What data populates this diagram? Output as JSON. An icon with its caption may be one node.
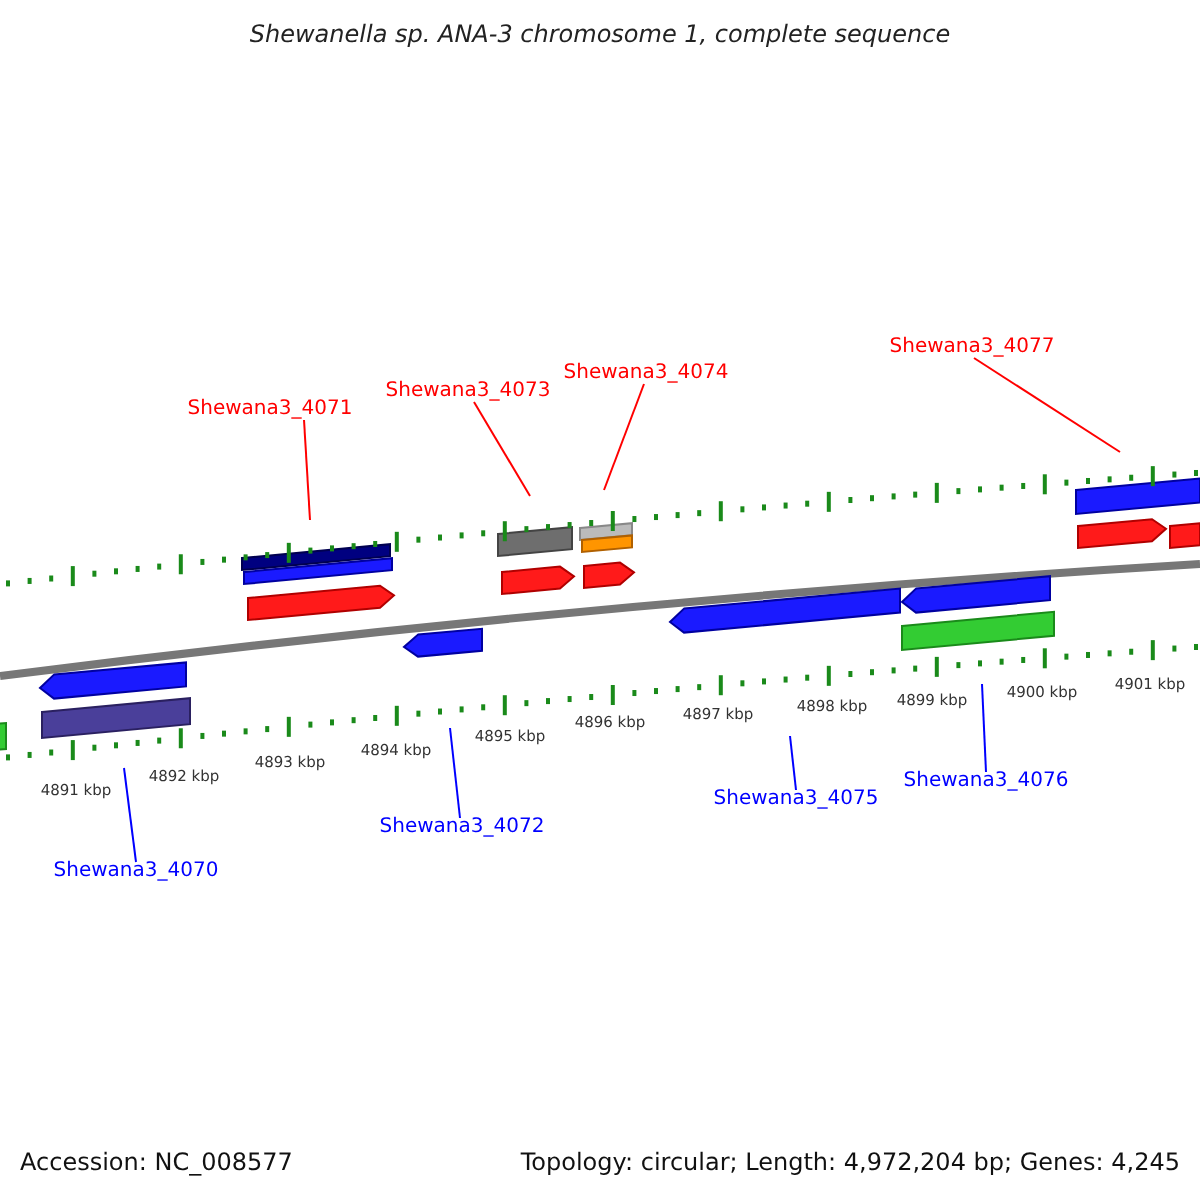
{
  "diagram": {
    "title": "Shewanella sp. ANA-3 chromosome 1, complete sequence",
    "nodes": [
      {
        "text": [
          "Shewana3_4071"
        ]
      },
      {
        "text": [
          "Shewana3_4073"
        ]
      },
      {
        "text": [
          "Shewana3_4074"
        ]
      },
      {
        "text": [
          "Shewana3_4077"
        ]
      },
      {
        "text": [
          "Shewana3_4070"
        ]
      },
      {
        "text": [
          "Shewana3_4072"
        ]
      },
      {
        "text": [
          "Shewana3_4075"
        ]
      },
      {
        "text": [
          "Shewana3_4076"
        ]
      }
    ],
    "edges": [
      {
        "from": 0,
        "to": null,
        "arrow": "none"
      },
      {
        "from": 1,
        "to": null,
        "arrow": "none"
      },
      {
        "from": 2,
        "to": null,
        "arrow": "none"
      },
      {
        "from": 3,
        "to": null,
        "arrow": "none"
      },
      {
        "from": 4,
        "to": null,
        "arrow": "none",
        "color": "#0000ff"
      },
      {
        "from": 5,
        "to": null,
        "arrow": "none",
        "color": "#0000ff"
      },
      {
        "from": 6,
        "to": null,
        "arrow": "none",
        "color": "#0000ff"
      },
      {
        "from": 7,
        "to": null,
        "arrow": "none",
        "color": "#0000ff"
      }
    ],
    "labels": [
      "4891 kbp",
      "4892 kbp",
      "4893 kbp",
      "4894 kbp",
      "4895 kbp",
      "4896 kbp",
      "4897 kbp",
      "4898 kbp",
      "4899 kbp",
      "4900 kbp",
      "4901 kbp",
      "Accession: NC_008577",
      "Topology: circular; Length: 4,972,204 bp; Genes: 4,245"
    ]
  }
}
